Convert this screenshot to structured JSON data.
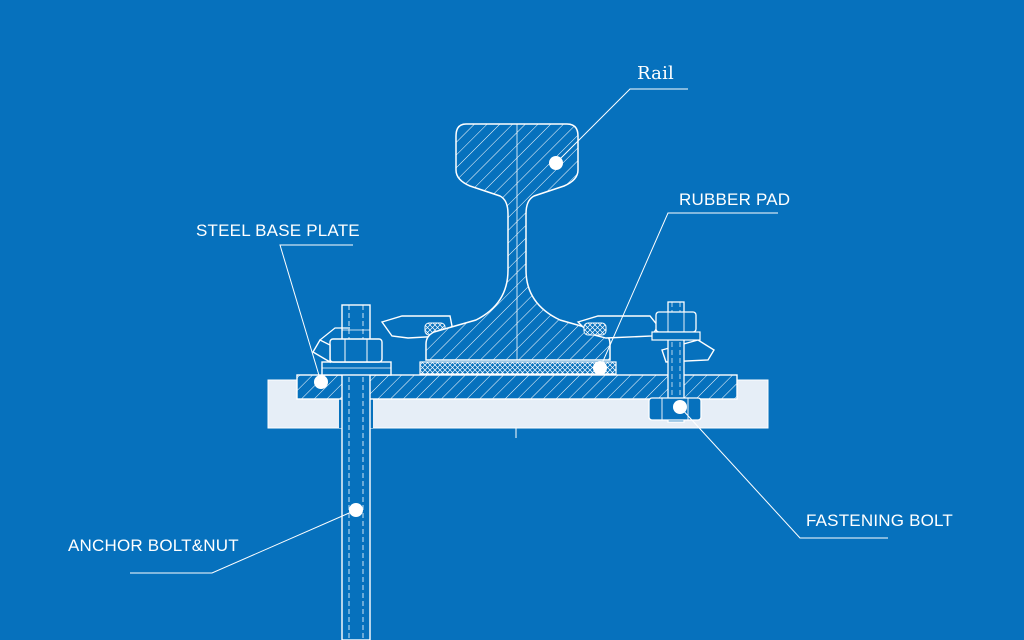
{
  "colors": {
    "background": "#0671bd",
    "line": "#ffffff",
    "concrete": "#e6eef7"
  },
  "labels": {
    "rail": "Rail",
    "rubber_pad": "RUBBER PAD",
    "steel_base_plate": "STEEL BASE PLATE",
    "fastening_bolt": "FASTENING BOLT",
    "anchor_bolt_nut": "ANCHOR BOLT&NUT"
  }
}
